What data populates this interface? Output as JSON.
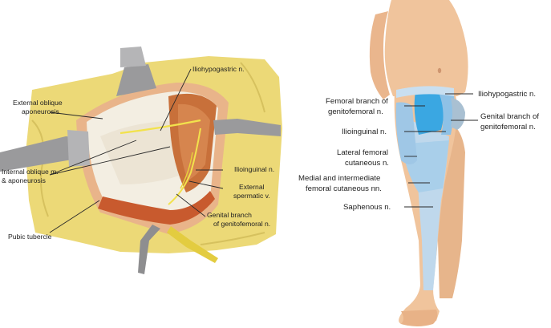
{
  "surgical_view": {
    "labels": {
      "iliohypogastric": "Iliohypogastric n.",
      "external_oblique_1": "External oblique",
      "external_oblique_2": "aponeurosis",
      "internal_oblique_1": "Internal oblique m.",
      "internal_oblique_2": "& aponeurosis",
      "ilioinguinal": "Ilioinguinal n.",
      "external_spermatic_1": "External",
      "external_spermatic_2": "spermatic v.",
      "genital_branch_1": "Genital branch",
      "genital_branch_2": "of genitofemoral n.",
      "pubic_tubercle": "Pubic tubercle"
    },
    "colors": {
      "field": "#ecd977",
      "tissue": "#f3eee2",
      "muscle": "#c8703a",
      "nerve": "#f2e24c",
      "retractor": "#9a9a9c"
    }
  },
  "dermatome_map": {
    "labels": {
      "iliohypogastric": "Iliohypogastric n.",
      "femoral_branch_1": "Femoral branch of",
      "femoral_branch_2": "genitofemoral n.",
      "genital_branch_1": "Genital branch of",
      "genital_branch_2": "genitofemoral n.",
      "ilioinguinal": "Ilioinguinal n.",
      "lateral_femoral_1": "Lateral femoral",
      "lateral_femoral_2": "cutaneous n.",
      "medial_intermediate_1": "Medial and intermediate",
      "medial_intermediate_2": "femoral cutaneous nn.",
      "saphenous": "Saphenous n."
    },
    "colors": {
      "skin": "#f0c49c",
      "zone_light": "#bfd8ec",
      "zone_mid": "#9ccbe8",
      "zone_bright": "#3aa7e2",
      "zone_gray": "#a9c0d2"
    }
  }
}
